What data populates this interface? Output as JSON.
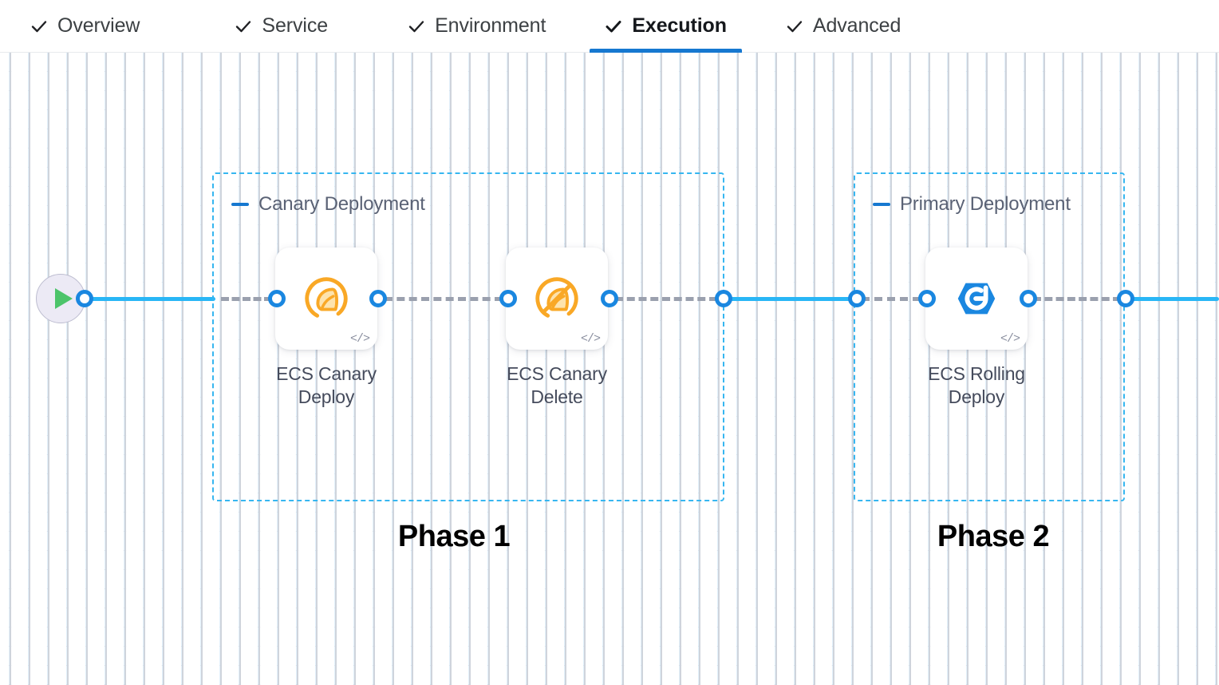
{
  "tabs": [
    {
      "label": "Overview",
      "icon": "check-icon",
      "active": false
    },
    {
      "label": "Service",
      "icon": "check-icon",
      "active": false
    },
    {
      "label": "Environment",
      "icon": "check-icon",
      "active": false
    },
    {
      "label": "Execution",
      "icon": "check-icon",
      "active": true
    },
    {
      "label": "Advanced",
      "icon": "check-icon",
      "active": false
    }
  ],
  "canvas": {
    "start_node": {
      "name": "pipeline-start",
      "icon": "play-icon"
    },
    "groups": [
      {
        "title": "Canary Deployment",
        "collapse_icon": "minus-icon",
        "phase_caption": "Phase 1",
        "nodes": [
          {
            "label": "ECS Canary Deploy",
            "icon": "canary-bird-icon",
            "badge": "</>"
          },
          {
            "label": "ECS Canary Delete",
            "icon": "canary-bird-delete-icon",
            "badge": "</>"
          }
        ]
      },
      {
        "title": "Primary Deployment",
        "collapse_icon": "minus-icon",
        "phase_caption": "Phase 2",
        "nodes": [
          {
            "label": "ECS Rolling Deploy",
            "icon": "rolling-deploy-icon",
            "badge": "</>"
          }
        ]
      }
    ]
  },
  "colors": {
    "accent_blue": "#1678d0",
    "edge_cyan": "#29b6f6",
    "group_border": "#36b6f0",
    "port_ring": "#1a87e0",
    "canary_orange": "#f9a826",
    "rolling_blue": "#1a87e0",
    "play_green": "#4cc46a",
    "dashed_edge_gray": "#9aa0ae"
  }
}
